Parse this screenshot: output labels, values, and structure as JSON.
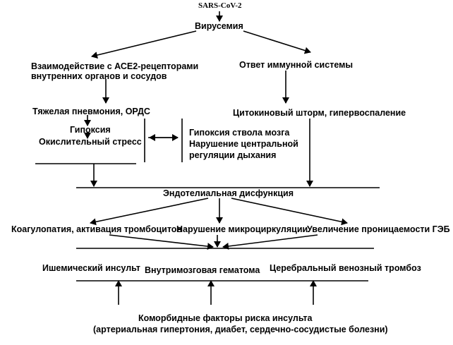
{
  "root": "SARS-CoV-2",
  "viremia": "Вирусемия",
  "left_branch": {
    "interaction_line1": "Взаимодействие с АСЕ2-рецепторами",
    "interaction_line2": "внутренних органов и сосудов",
    "pneumonia": "Тяжелая пневмония, ОРДС",
    "hypoxia": "Гипоксия",
    "oxidative_stress": "Окислительный стресс"
  },
  "middle_branch": {
    "line1": "Гипоксия ствола мозга",
    "line2": "Нарушение центральной",
    "line3": "регуляции дыхания"
  },
  "right_branch": {
    "immune": "Ответ иммунной системы",
    "cytokine": "Цитокиновый шторм, гипервоспаление"
  },
  "endothelial": "Эндотелиальная дисфункция",
  "mechanisms": {
    "coagulopathy": "Коагулопатия, активация тромбоцитов",
    "microcirculation": "Нарушение микроциркуляции",
    "bbb": "Увеличение проницаемости ГЭБ"
  },
  "outcomes": {
    "ischemic": "Ишемический инсульт",
    "hematoma": "Внутримозговая гематома",
    "venous": "Церебральный венозный тромбоз"
  },
  "comorbid": {
    "line1": "Коморбидные факторы риска инсульта",
    "line2": "(артериальная гипертония, диабет, сердечно-сосудистые болезни)"
  }
}
